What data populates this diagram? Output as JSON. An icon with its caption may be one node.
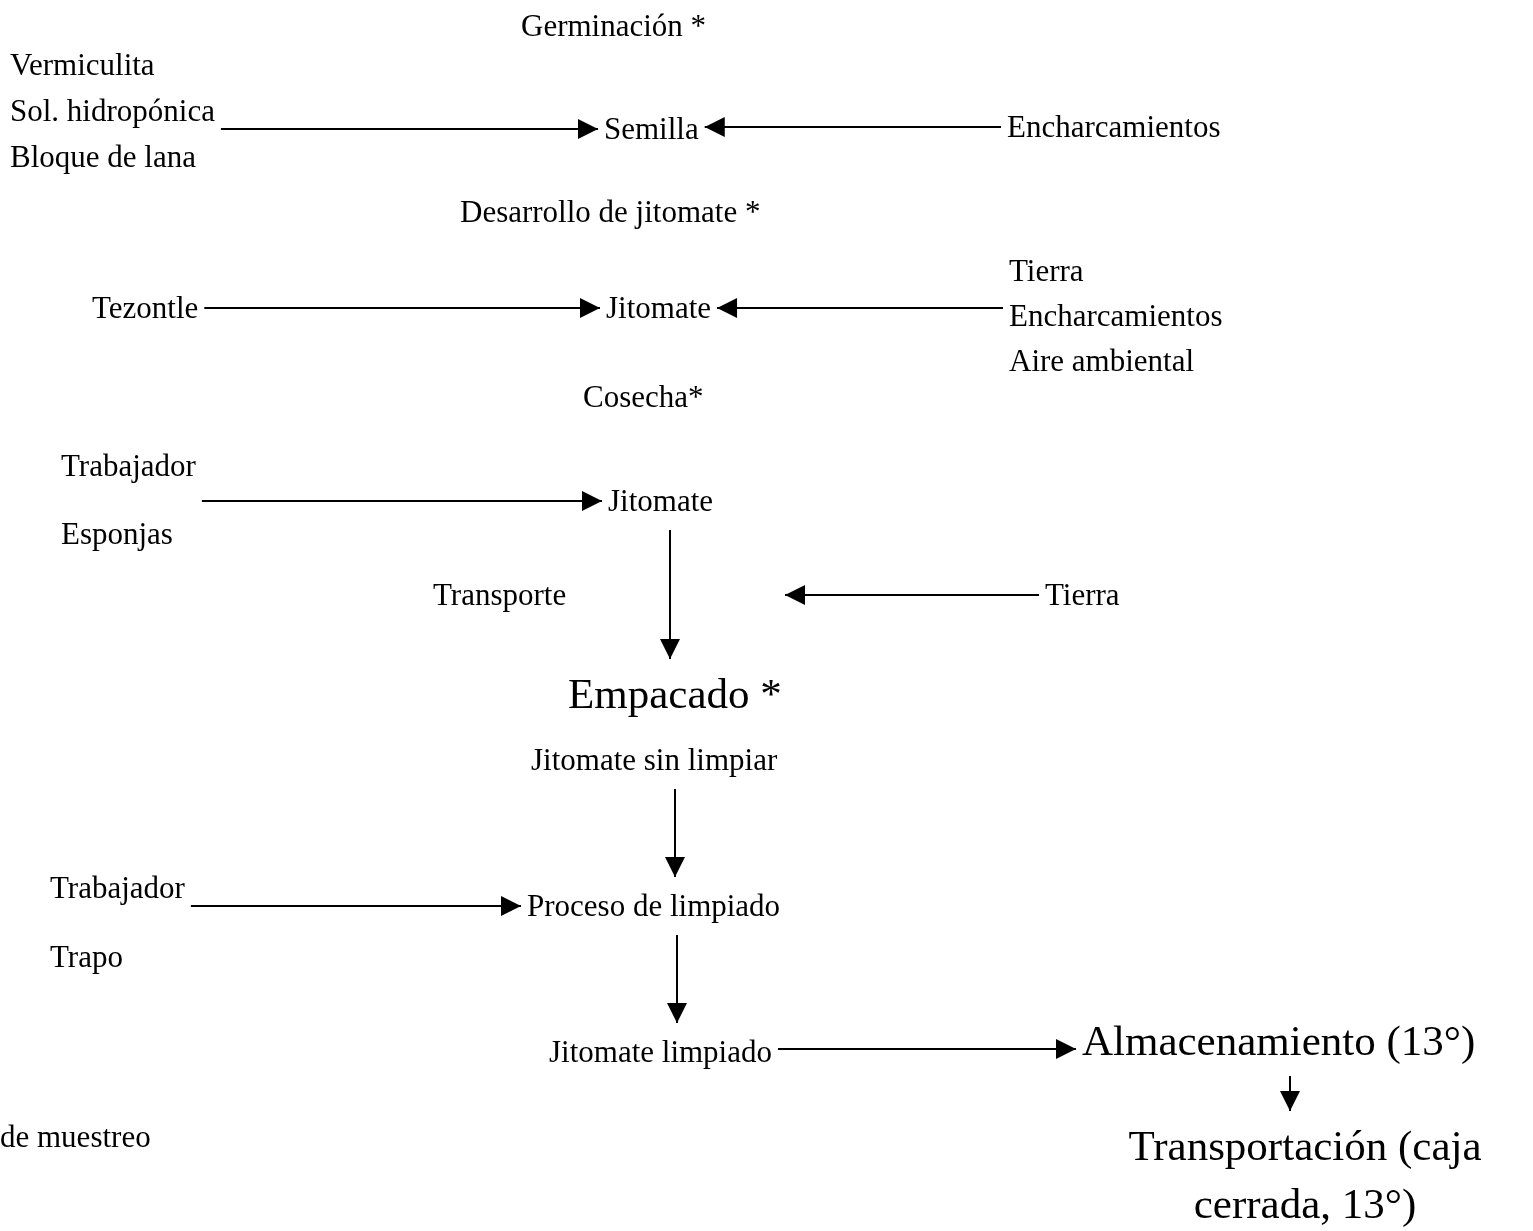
{
  "diagram": {
    "nodes": [
      {
        "text": [
          "Vermiculita",
          "Sol. hidropónica",
          "Bloque de lana"
        ]
      },
      {
        "text": [
          "Semilla"
        ]
      },
      {
        "text": [
          "Encharcamientos"
        ]
      },
      {
        "text": [
          "Tezontle"
        ]
      },
      {
        "text": [
          "Jitomate"
        ]
      },
      {
        "text": [
          "Tierra",
          "Encharcamientos",
          "Aire ambiental"
        ]
      },
      {
        "text": [
          "Trabajador",
          "Esponjas"
        ]
      },
      {
        "text": [
          "Jitomate"
        ]
      },
      {
        "text": [
          "Tierra"
        ]
      },
      {
        "text": [
          "Empacado *"
        ]
      },
      {
        "text": [
          "Jitomate sin limpiar"
        ]
      },
      {
        "text": [
          "Trabajador",
          "Trapo"
        ]
      },
      {
        "text": [
          "Proceso de limpiado"
        ]
      },
      {
        "text": [
          "Jitomate limpiado"
        ]
      },
      {
        "text": [
          "Almacenamiento (13°)"
        ]
      },
      {
        "text": [
          "Transportación (caja cerrada, 13°)"
        ]
      }
    ],
    "edges": [
      {
        "from": 0,
        "to": 1,
        "arrow": "to"
      },
      {
        "from": 2,
        "to": 1,
        "arrow": "to"
      },
      {
        "from": 3,
        "to": 4,
        "arrow": "to"
      },
      {
        "from": 5,
        "to": 4,
        "arrow": "to"
      },
      {
        "from": 6,
        "to": 7,
        "arrow": "to"
      },
      {
        "from": 8,
        "to": null,
        "arrow": "to"
      },
      {
        "from": 7,
        "to": 9,
        "arrow": "to",
        "label": "Transporte"
      },
      {
        "from": 10,
        "to": 12,
        "arrow": "to"
      },
      {
        "from": 11,
        "to": 12,
        "arrow": "to"
      },
      {
        "from": 12,
        "to": 13,
        "arrow": "to"
      },
      {
        "from": 13,
        "to": 14,
        "arrow": "to"
      },
      {
        "from": 14,
        "to": 15,
        "arrow": "to"
      }
    ],
    "labels": [
      "Germinación *",
      "Desarrollo de jitomate *",
      "Cosecha*",
      "de muestreo"
    ]
  }
}
